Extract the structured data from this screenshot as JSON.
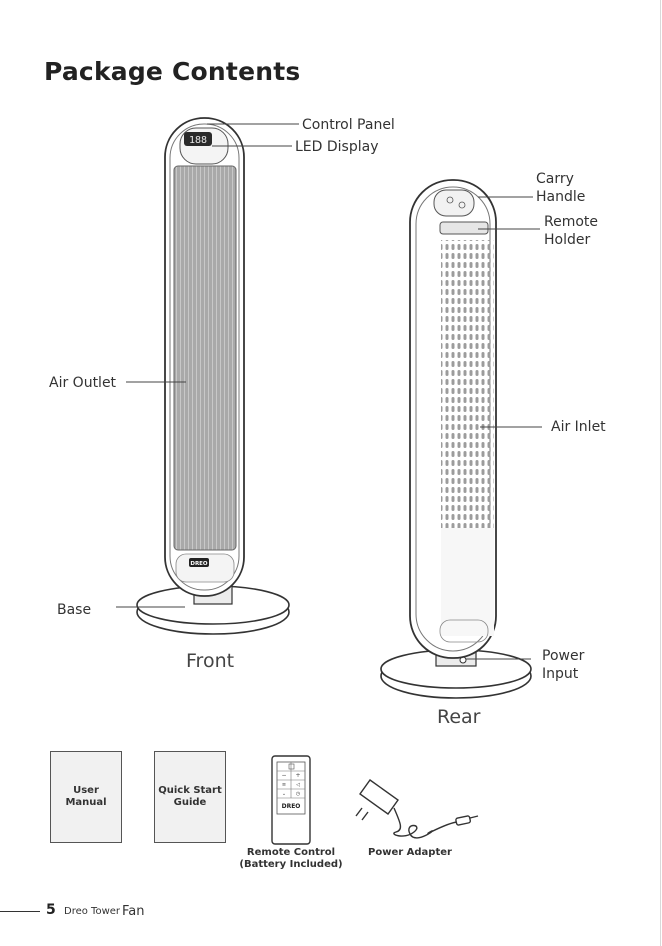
{
  "title": "Package Contents",
  "front": {
    "caption": "Front",
    "led_digits": "188",
    "brand_badge": "DREO",
    "labels": {
      "control_panel": "Control Panel",
      "led_display": "LED Display",
      "air_outlet": "Air Outlet",
      "base": "Base"
    }
  },
  "rear": {
    "caption": "Rear",
    "labels": {
      "carry_handle": "Carry\nHandle",
      "remote_holder": "Remote\nHolder",
      "air_inlet": "Air Inlet",
      "power_input": "Power\nInput"
    }
  },
  "accessories": {
    "user_manual": "User\nManual",
    "quick_start": "Quick Start\nGuide",
    "remote_control": "Remote Control\n(Battery Included)",
    "remote_brand": "DREO",
    "power_adapter": "Power Adapter"
  },
  "footer": {
    "page_number": "5",
    "brand": "Dreo Tower",
    "product": "Fan"
  }
}
